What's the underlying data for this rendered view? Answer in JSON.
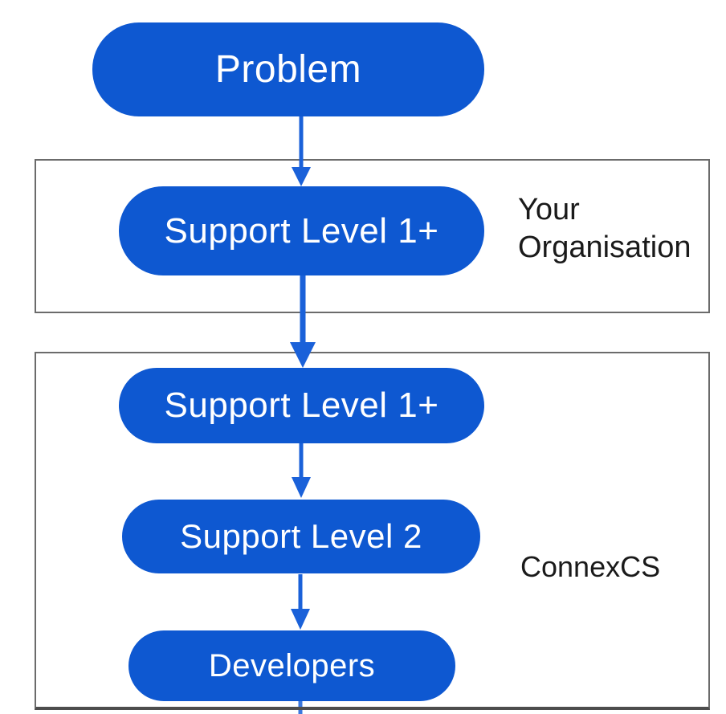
{
  "nodes": {
    "problem": "Problem",
    "org_support_level_1": "Support Level 1+",
    "cx_support_level_1": "Support Level 1+",
    "cx_support_level_2": "Support Level 2",
    "cx_developers": "Developers"
  },
  "labels": {
    "your_organisation": "Your Organisation",
    "connexcs": "ConnexCS"
  },
  "colors": {
    "node_fill": "#0e58d1",
    "node_text": "#ffffff",
    "arrow": "#1a61d9",
    "box_border": "#6b6b6b",
    "box_bottom_border": "#4d4d4d",
    "label_text": "#1a1a1a",
    "background": "#ffffff"
  }
}
